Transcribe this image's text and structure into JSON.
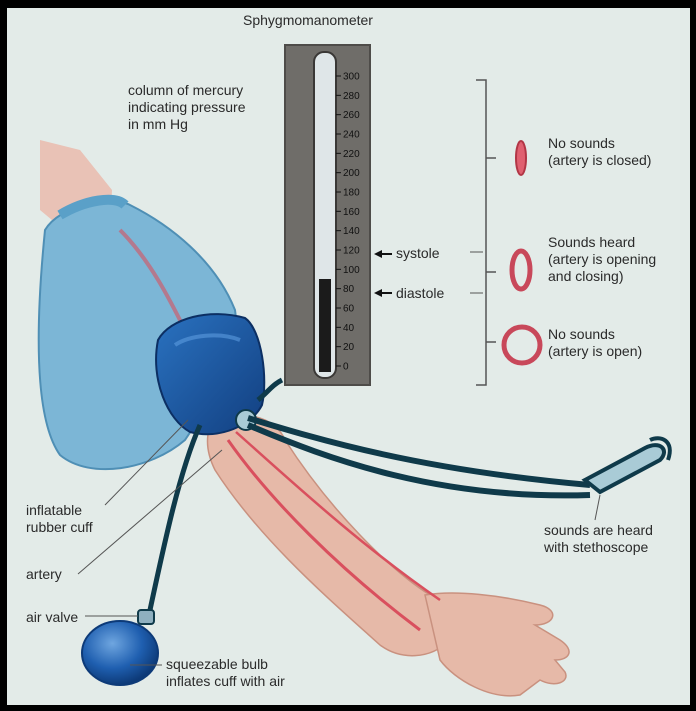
{
  "title": "Sphygmomanometer",
  "mercury_label": "column of mercury\nindicating pressure\nin mm Hg",
  "scale": {
    "ticks": [
      "300",
      "280",
      "260",
      "240",
      "220",
      "200",
      "180",
      "160",
      "140",
      "120",
      "100",
      "80",
      "60",
      "40",
      "20",
      "0"
    ],
    "mercury_level_mmHg": 90
  },
  "markers": {
    "systole": "systole",
    "diastole": "diastole"
  },
  "states": [
    {
      "text": "No sounds\n(artery is closed)"
    },
    {
      "text": "Sounds heard\n(artery is opening\nand closing)"
    },
    {
      "text": "No sounds\n(artery is open)"
    }
  ],
  "labels": {
    "cuff": "inflatable\nrubber cuff",
    "artery": "artery",
    "valve": "air valve",
    "bulb": "squeezable bulb\ninflates cuff with air",
    "stethoscope": "sounds are heard\nwith stethoscope"
  },
  "colors": {
    "background": "#e3ebe8",
    "gauge": "#6f6d69",
    "cuff": "#1e5ea6",
    "sleeve": "#7cb6d6",
    "arm": "#e6b9a8",
    "artery": "#d9505e",
    "tube": "#0f3a4a"
  }
}
